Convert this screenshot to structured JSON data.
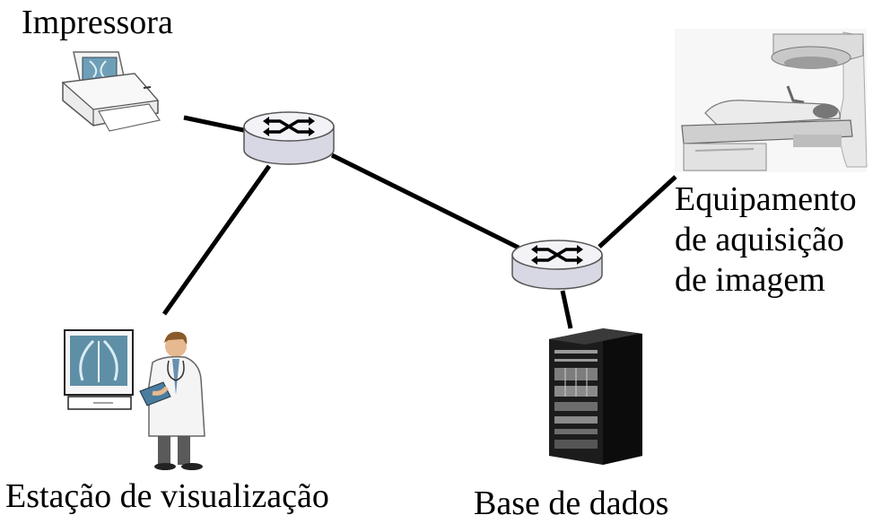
{
  "labels": {
    "printer": "Impressora",
    "equipment_line1": "Equipamento",
    "equipment_line2": "de aquisição",
    "equipment_line3": "de imagem",
    "station": "Estação de visualização",
    "database": "Base de dados"
  },
  "icons": {
    "printer": "printer-icon",
    "router_a": "router-icon",
    "router_b": "router-icon",
    "scanner": "imaging-scanner-icon",
    "monitor": "monitor-xray-icon",
    "doctor": "doctor-icon",
    "server": "server-rack-icon"
  },
  "colors": {
    "link": "#000000",
    "router_top": "#f2f2f7",
    "router_side": "#d8d8e4",
    "server": "#1c1c1c"
  }
}
